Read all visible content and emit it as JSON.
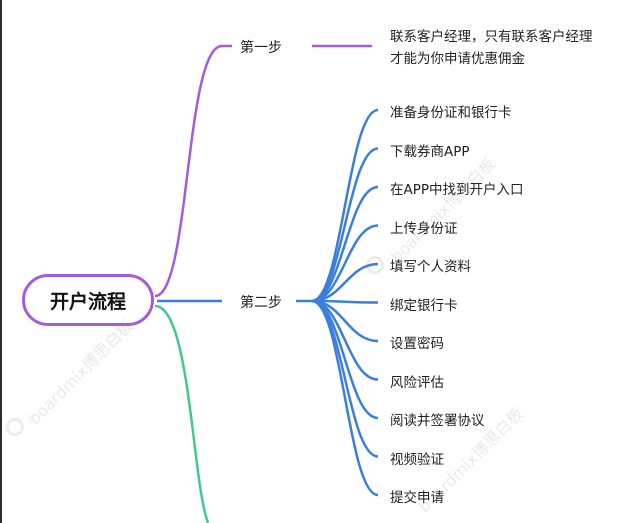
{
  "root": {
    "label": "开户流程"
  },
  "branches": [
    {
      "label": "第一步",
      "color": "#a35be0"
    },
    {
      "label": "第二步",
      "color": "#3a7fe0"
    },
    {
      "label": "",
      "color": "#45c98a"
    }
  ],
  "step1_note": {
    "line1": "联系客户经理，只有联系客户经理",
    "line2": "才能为你申请优惠佣金"
  },
  "step2_items": [
    "准备身份证和银行卡",
    "下载券商APP",
    "在APP中找到开户入口",
    "上传身份证",
    "填写个人资料",
    "绑定银行卡",
    "设置密码",
    "风险评估",
    "阅读并签署协议",
    "视频验证",
    "提交申请"
  ],
  "watermark": "boardmix博思白板"
}
